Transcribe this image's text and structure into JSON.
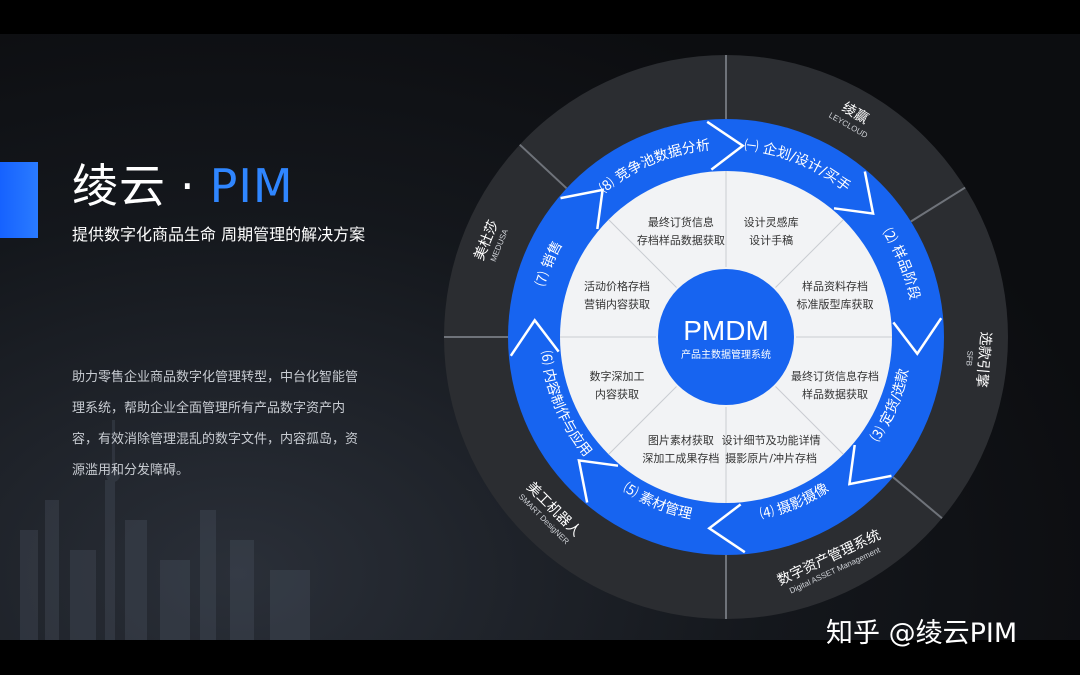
{
  "header": {
    "title_main": "绫云",
    "title_dot": "·",
    "title_pim": "PIM",
    "subtitle": "提供数字化商品生命 周期管理的解决方案"
  },
  "description": "助力零售企业商品数字化管理转型，中台化智能管理系统，帮助企业全面管理所有产品数字资产内容，有效消除管理混乱的数字文件，内容孤岛，资源滥用和分发障碍。",
  "watermark": "知乎 @绫云PIM",
  "center": {
    "title": "PMDM",
    "subtitle": "产品主数据管理系统"
  },
  "stages": [
    {
      "label": "㈠ 企划/设计/买手",
      "detail": [
        "设计灵感库",
        "设计手稿"
      ]
    },
    {
      "label": "⑵ 样品阶段",
      "detail": [
        "样品资料存档",
        "标准版型库获取"
      ]
    },
    {
      "label": "⑶ 定货/选款",
      "detail": [
        "最终订货信息存档",
        "样品数据获取"
      ]
    },
    {
      "label": "⑷ 摄影摄像",
      "detail": [
        "设计细节及功能详情",
        "摄影原片/冲片存档"
      ]
    },
    {
      "label": "⑸ 素材管理",
      "detail": [
        "图片素材获取",
        "深加工成果存档"
      ]
    },
    {
      "label": "⑹ 内容制作与应用",
      "detail": [
        "数字深加工",
        "内容获取"
      ]
    },
    {
      "label": "⑺ 销售",
      "detail": [
        "活动价格存档",
        "营销内容获取"
      ]
    },
    {
      "label": "⑻ 竞争池数据分析",
      "detail": [
        "最终订货信息",
        "存档样品数据获取"
      ]
    }
  ],
  "systems": [
    {
      "name": "绫赢",
      "sub": "LEYCLOUD"
    },
    {
      "name": "选款引擎",
      "sub": "SFB"
    },
    {
      "name": "数字资产管理系统",
      "sub": "Digital ASSET Management"
    },
    {
      "name": "美工机器人",
      "sub": "SMART DesigNER"
    },
    {
      "name": "美杜莎",
      "sub": "MEDUSA"
    }
  ],
  "colors": {
    "accent": "#1662ff",
    "ring_blue": "#1764f0",
    "outer_ring": "#2b2d31",
    "inner": "#f2f3f5"
  }
}
